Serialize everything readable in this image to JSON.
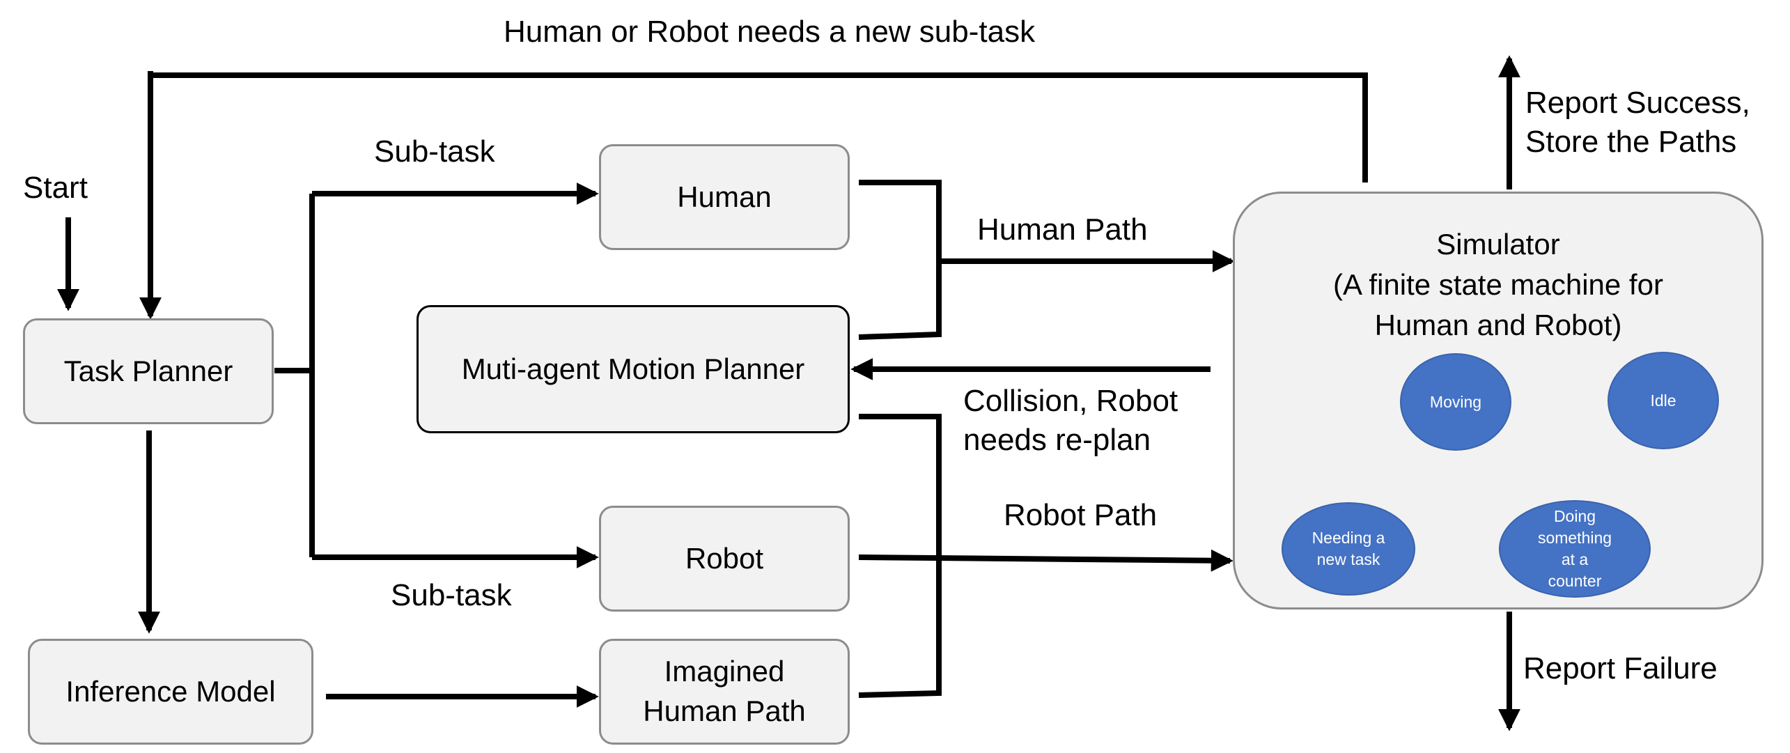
{
  "labels": {
    "top": "Human or Robot needs a new sub-task",
    "start": "Start",
    "subtask_top": "Sub-task",
    "subtask_bottom": "Sub-task",
    "human_path": "Human Path",
    "collision": "Collision, Robot\nneeds re-plan",
    "robot_path": "Robot Path",
    "report_success": "Report Success,\nStore the Paths",
    "report_failure": "Report Failure"
  },
  "boxes": {
    "task_planner": "Task Planner",
    "human": "Human",
    "motion_planner": "Muti-agent Motion Planner",
    "robot": "Robot",
    "inference_model": "Inference Model",
    "imagined_path": "Imagined\nHuman Path"
  },
  "simulator": {
    "title": "Simulator\n(A finite state machine for\nHuman and Robot)",
    "states": {
      "moving": "Moving",
      "idle": "Idle",
      "needing": "Needing a\nnew task",
      "doing": "Doing\nsomething\nat a\ncounter"
    }
  },
  "colors": {
    "state_fill": "#4472c4",
    "state_arrow": "#4472c4",
    "box_fill": "#f2f2f2",
    "box_border": "#8c8c8c"
  }
}
